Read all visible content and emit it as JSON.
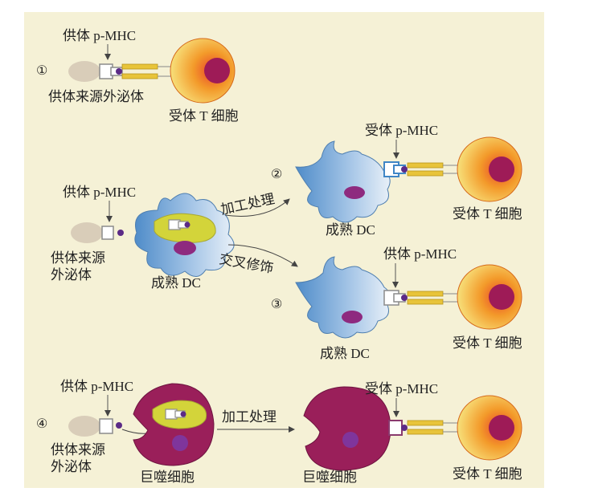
{
  "colors": {
    "background": "#f5f1d6",
    "exosome": "#d9cdb9",
    "mhc_outline": "#8b8b8b",
    "peptide": "#5b2a86",
    "tcr": "#e8c43a",
    "t_cell_outer": "#f7b22a",
    "t_cell_nucleus": "#9e1b57",
    "dc_body": "#7aaad6",
    "dc_nucleus": "#8e2a7f",
    "endosome": "#d3d43a",
    "macrophage": "#9a1f5a",
    "recipient_mhc": "#3f86c6",
    "macrophage_mhc": "#8a3a6e"
  },
  "labels": {
    "scenario_1": "①",
    "scenario_2": "②",
    "scenario_3": "③",
    "scenario_4": "④",
    "donor_pmhc": "供体 p-MHC",
    "recipient_pmhc": "受体 p-MHC",
    "donor_exosome_inline": "供体来源外泌体",
    "donor_exosome_line1": "供体来源",
    "donor_exosome_line2": "外泌体",
    "recipient_t_cell": "受体 T 细胞",
    "mature_dc": "成熟 DC",
    "processing": "加工处理",
    "cross_dressing": "交叉修饰",
    "macrophage": "巨噬细胞"
  }
}
